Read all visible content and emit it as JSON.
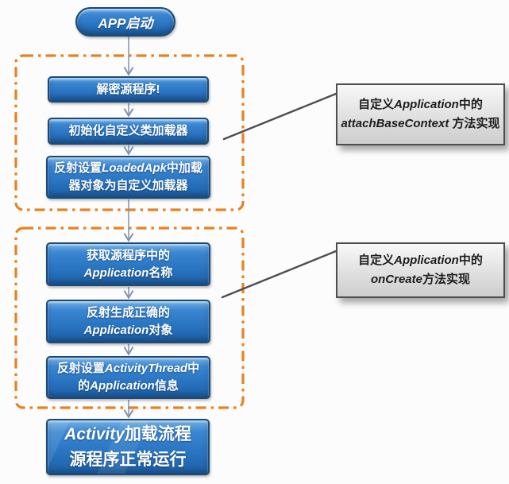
{
  "flow": {
    "start": {
      "lines": [
        [
          {
            "t": "APP",
            "i": true
          },
          "启动"
        ]
      ]
    },
    "groups": [
      {
        "name": "phase-attachBaseContext",
        "steps": [
          {
            "id": "decrypt-source",
            "lines": [
              [
                "解密源程序!"
              ]
            ]
          },
          {
            "id": "init-custom-loader",
            "lines": [
              [
                "初始化自定义类加载器"
              ]
            ]
          },
          {
            "id": "set-loadedapk-loader",
            "lines": [
              [
                "反射设置",
                {
                  "t": "LoadedApk",
                  "i": true
                },
                "中加载"
              ],
              [
                "器对象为自定义加载器"
              ]
            ]
          }
        ]
      },
      {
        "name": "phase-onCreate",
        "steps": [
          {
            "id": "get-application-name",
            "lines": [
              [
                "获取源程序中的"
              ],
              [
                {
                  "t": "Application",
                  "i": true
                },
                "名称"
              ]
            ]
          },
          {
            "id": "create-application",
            "lines": [
              [
                "反射生成正确的"
              ],
              [
                {
                  "t": "Application",
                  "i": true
                },
                "对象"
              ]
            ]
          },
          {
            "id": "set-activitythread-app",
            "lines": [
              [
                "反射设置",
                {
                  "t": "ActivityThread",
                  "i": true
                },
                "中"
              ],
              [
                "的",
                {
                  "t": "Application",
                  "i": true
                },
                "信息"
              ]
            ]
          }
        ]
      }
    ],
    "end": {
      "lines": [
        [
          {
            "t": "Activity",
            "i": true
          },
          "加载流程"
        ],
        [
          "源程序正常运行"
        ]
      ]
    }
  },
  "annotations": [
    {
      "id": "attach-base-context",
      "lines": [
        [
          "自定义",
          {
            "t": "Application",
            "i": true
          },
          "中的"
        ],
        [
          {
            "t": "attachBaseContext",
            "i": true
          },
          " 方法实现"
        ]
      ]
    },
    {
      "id": "on-create",
      "lines": [
        [
          "自定义",
          {
            "t": "Application",
            "i": true
          },
          "中的"
        ],
        [
          {
            "t": "onCreate",
            "i": true
          },
          "方法实现"
        ]
      ]
    }
  ],
  "colors": {
    "box_blue": "#2b77c4",
    "box_border": "#1c4a74",
    "dashed_orange": "#e8821e",
    "annotation_bg": "#d9d9d9",
    "annotation_border": "#4d4d4d",
    "connector_arrow": "#8293ab",
    "annotation_line": "#4f4f4f",
    "text_white": "#ffffff",
    "text_dark": "#1c1c1c"
  }
}
